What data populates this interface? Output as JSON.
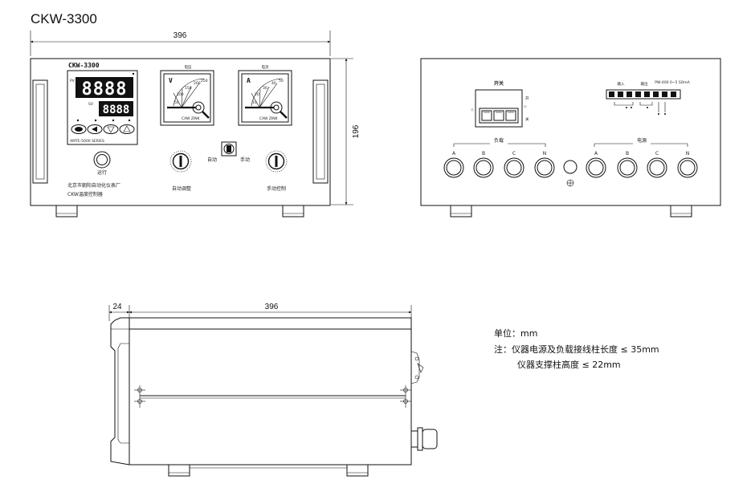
{
  "title": "CKW-3300",
  "dimensions": {
    "front_width": "396",
    "front_height": "196",
    "side_offset": "24",
    "side_width": "396"
  },
  "front_panel": {
    "brand_label": "CKW-3300",
    "pv_label": "PV",
    "sv_label": "SV",
    "pv_digits": "8888",
    "sv_digits": "8888",
    "controller_model_text": "XMTE-5000 SERIES",
    "voltmeter_caption": "电压",
    "voltmeter_unit": "V",
    "voltmeter_scale": [
      "50",
      "100",
      "150",
      "200",
      "250"
    ],
    "ammeter_caption": "电流",
    "ammeter_unit": "A",
    "ammeter_scale": [
      "10",
      "20",
      "30",
      "40",
      "50"
    ],
    "meter_footer": "CAW ZINK",
    "run_label": "运行",
    "auto_label": "自动",
    "manual_label": "手动",
    "auto_adjust_label": "自动调整",
    "manual_control_label": "手动控制",
    "maker_line1": "北京市朝阳自动化仪表厂",
    "maker_line2": "CKW温度控制器"
  },
  "rear_panel": {
    "switch_label": "开关",
    "switch_on": "开",
    "switch_off": "关",
    "input_label": "输入",
    "output_label": "输出",
    "terminal_spec": "PW-400 0~5 SOmA",
    "load_label": "负载",
    "power_label": "电源",
    "load_terminals": [
      "A",
      "B",
      "C",
      "N"
    ],
    "power_terminals": [
      "A",
      "B",
      "C",
      "N"
    ]
  },
  "notes": {
    "unit": "单位：mm",
    "note1": "注：仪器电源及负载接线柱长度 ≤ 35mm",
    "note2": "仪器支撑柱高度 ≤ 22mm"
  }
}
